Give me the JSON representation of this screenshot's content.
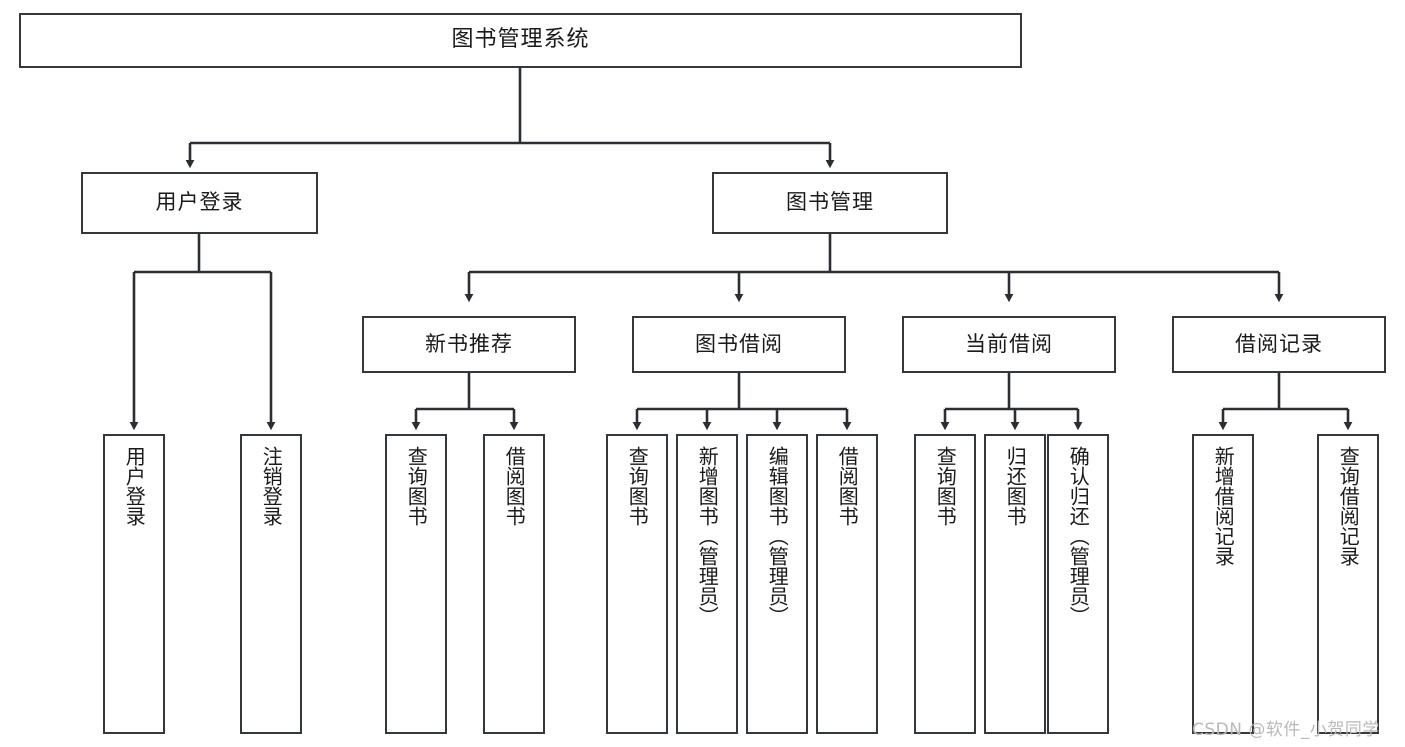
{
  "diagram": {
    "title": "图书管理系统",
    "watermark": "CSDN @软件_小贺同学",
    "colors": {
      "box_border": "#33383d",
      "box_fill": "#ffffff",
      "edge": "#2b2f33",
      "text": "#1a1a1a",
      "watermark": "#b9b9b9"
    },
    "nodes": {
      "root": "图书管理系统",
      "level2": {
        "user_login": "用户登录",
        "book_manage": "图书管理"
      },
      "level3": {
        "new_book_recommend": "新书推荐",
        "book_borrow": "图书借阅",
        "current_borrow": "当前借阅",
        "borrow_record": "借阅记录"
      },
      "leaves": {
        "user_login_children": [
          "用户登录",
          "注销登录"
        ],
        "new_book_recommend_children": [
          "查询图书",
          "借阅图书"
        ],
        "book_borrow_children": [
          "查询图书",
          "新增图书（管理员）",
          "编辑图书（管理员）",
          "借阅图书"
        ],
        "current_borrow_children": [
          "查询图书",
          "归还图书",
          "确认归还（管理员）"
        ],
        "borrow_record_children": [
          "新增借阅记录",
          "查询借阅记录"
        ]
      }
    }
  }
}
